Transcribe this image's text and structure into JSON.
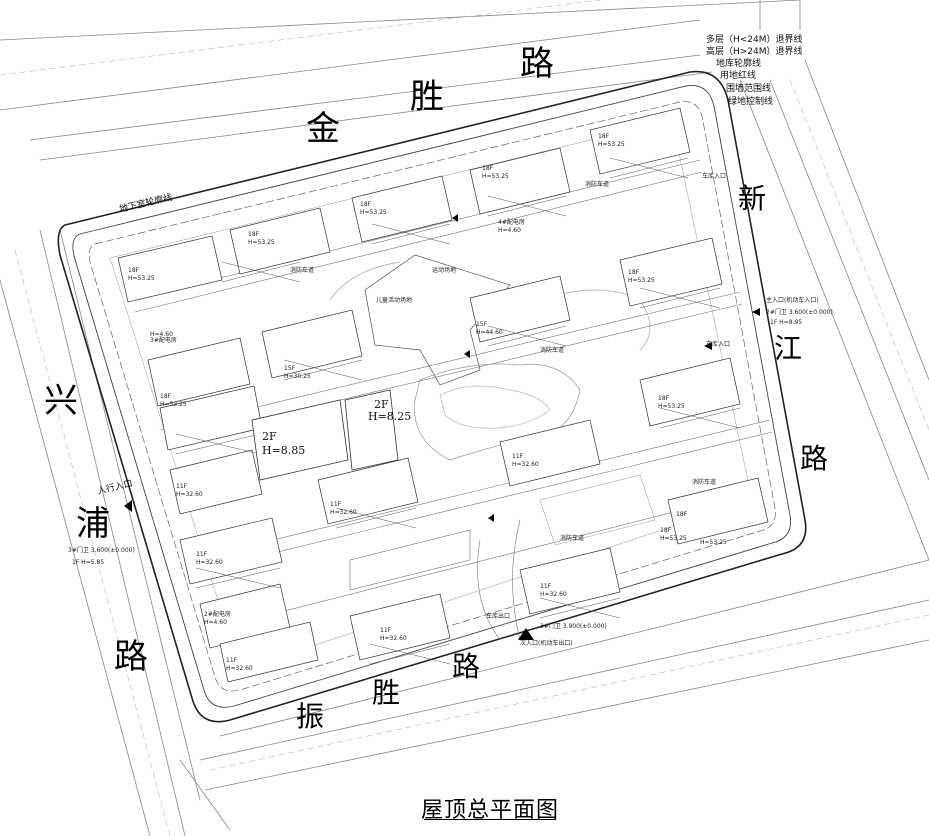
{
  "roads": {
    "north": [
      "金",
      "胜",
      "路"
    ],
    "west": [
      "兴",
      "浦",
      "路"
    ],
    "east": [
      "新",
      "江",
      "路"
    ],
    "south": [
      "振",
      "胜",
      "路"
    ]
  },
  "legend": [
    "多层（H<24M）退界线",
    "高层（H>24M）退界线",
    "地库轮廓线",
    "用地红线",
    "围墙范围线",
    "绿地控制线"
  ],
  "labels": {
    "basement_outline": "地下室轮廓线",
    "pedestrian_entrance": "人行入口",
    "west_gate": "3#门卫 3.600(±0.000)",
    "west_gate_2": "1F  H=5.85",
    "east_gate": "2#门卫 3.600(±0.000)",
    "east_gate_2": "1F  H=8.95",
    "main_entrance": "主入口(机动车入口)",
    "car_entrance": "车库入口",
    "car_entrance_2": "车库入口",
    "car_exit": "车库出口",
    "south_gate": "3#门卫 3.900(±0.000)",
    "south_entry": "次入口(机动车出口)",
    "sports_field": "运动场地",
    "kids_area": "儿童活动场地",
    "substation": "4#配电房",
    "substation_h": "H=4.60",
    "substation_2": "3#配电房",
    "substation_2h": "H=4.60",
    "substation_3": "2#配电房",
    "substation_3h": "H=4.60",
    "clubhouse": "2F",
    "clubhouse_h": "H=8.85",
    "clubhouse_b": "2F",
    "clubhouse_bh": "H=8.25",
    "fire_lane": "消防车道"
  },
  "buildings": [
    {
      "floors": "18F",
      "height": "H=53.25"
    },
    {
      "floors": "18F",
      "height": "H=53.25"
    },
    {
      "floors": "18F",
      "height": "H=53.25"
    },
    {
      "floors": "18F",
      "height": "H=53.25"
    },
    {
      "floors": "18F",
      "height": "H=53.25"
    },
    {
      "floors": "18F",
      "height": "H=53.25"
    },
    {
      "floors": "15F",
      "height": "H=44.60"
    },
    {
      "floors": "18F",
      "height": "H=53.25"
    },
    {
      "floors": "18F",
      "height": "H=53.25"
    },
    {
      "floors": "15F",
      "height": "H=30.25"
    },
    {
      "floors": "18F",
      "height": "H=53.25"
    },
    {
      "floors": "11F",
      "height": "H=32.60"
    },
    {
      "floors": "11F",
      "height": "H=32.60"
    },
    {
      "floors": "11F",
      "height": "H=32.60"
    },
    {
      "floors": "11F",
      "height": "H=32.60"
    },
    {
      "floors": "11F",
      "height": "H=32.60"
    },
    {
      "floors": "18F",
      "height": "H=53.25"
    },
    {
      "floors": "11F",
      "height": "H=32.60"
    },
    {
      "floors": "11F",
      "height": "H=32.60"
    }
  ],
  "drawing_title": "屋顶总平面图"
}
